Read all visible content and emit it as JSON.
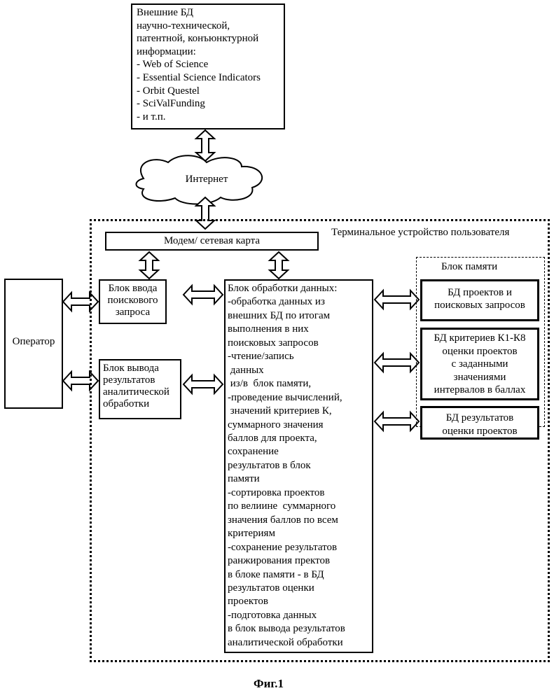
{
  "external_db": {
    "title_lines": [
      "Внешние БД",
      "научно-технической,",
      "патентной, конъюнктурной",
      "информации:"
    ],
    "items": [
      "- Web of Science",
      "- Essential Science Indicators",
      "- Orbit Questel",
      "- SciValFunding",
      "- и т.п."
    ]
  },
  "internet_label": "Интернет",
  "terminal_label": "Терминальное устройство пользователя",
  "modem_label": "Модем/ сетевая карта",
  "operator_label": "Оператор",
  "input_block": [
    "Блок ввода",
    "поискового",
    "запроса"
  ],
  "output_block": [
    "Блок вывода",
    "результатов",
    "аналитической",
    "обработки"
  ],
  "processing_block": [
    "Блок обработки данных:",
    "-обработка данных из",
    "внешних БД по итогам",
    "выполнения в них",
    "поисковых запросов",
    "-чтение/запись",
    " данных",
    " из/в  блок памяти,",
    "-проведение вычислений,",
    " значений критериев К,",
    "суммарного значения",
    "баллов для проекта,",
    "сохранение",
    "результатов в блок",
    "памяти",
    "-сортировка проектов",
    "по велиине  суммарного",
    "значения баллов по всем",
    "критериям",
    "-сохранение результатов",
    "ранжирования пректов",
    "в блоке памяти - в БД",
    "результатов оценки",
    "проектов",
    "-подготовка данных",
    "в блок вывода результатов",
    "аналитической обработки"
  ],
  "memory_block_label": "Блок памяти",
  "db_projects": [
    "БД проектов и",
    "поисковых запросов"
  ],
  "db_criteria": [
    "БД критериев К1-К8",
    "оценки проектов",
    "с заданными",
    "значениями",
    "интервалов в баллах"
  ],
  "db_results": [
    "БД результатов",
    "оценки проектов"
  ],
  "caption": "Фиг.1"
}
